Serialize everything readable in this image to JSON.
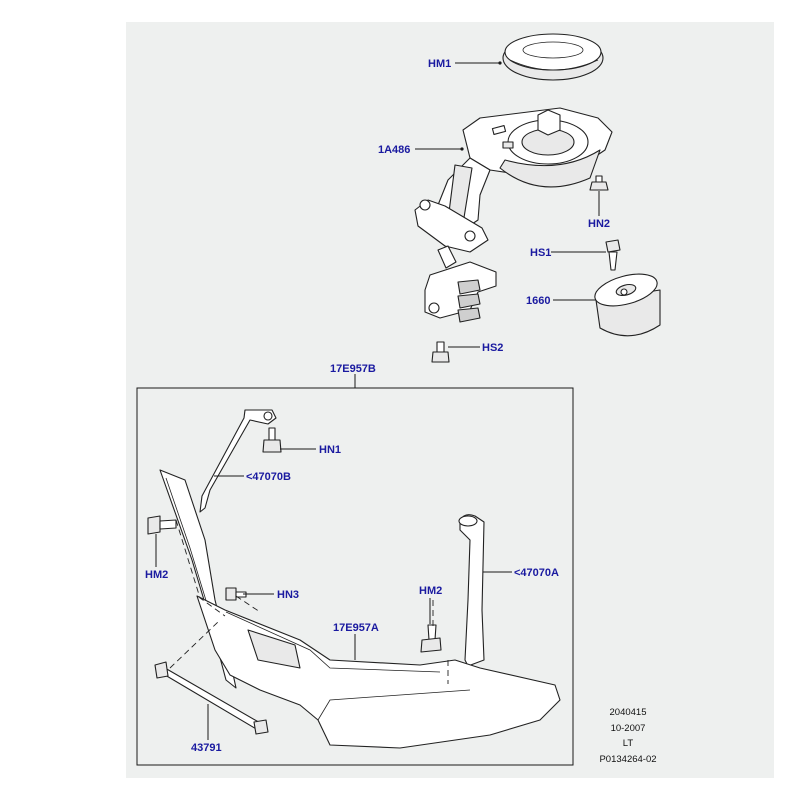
{
  "callouts": {
    "hm1": "HM1",
    "a1486": "1A486",
    "hn2": "HN2",
    "hs1": "HS1",
    "p1660": "1660",
    "hs2": "HS2",
    "e17957b": "17E957B",
    "hn1": "HN1",
    "p47070b": "<47070B",
    "hm2_left": "HM2",
    "hn3": "HN3",
    "hm2_right": "HM2",
    "p47070a": "<47070A",
    "e17957a": "17E957A",
    "p43791": "43791"
  },
  "reference": {
    "line1": "2040415",
    "line2": "10-2007",
    "line3": "LT",
    "line4": "P0134264-02"
  },
  "colors": {
    "callout_text": "#1a1aa0",
    "panel_background": "#eef0ef"
  }
}
